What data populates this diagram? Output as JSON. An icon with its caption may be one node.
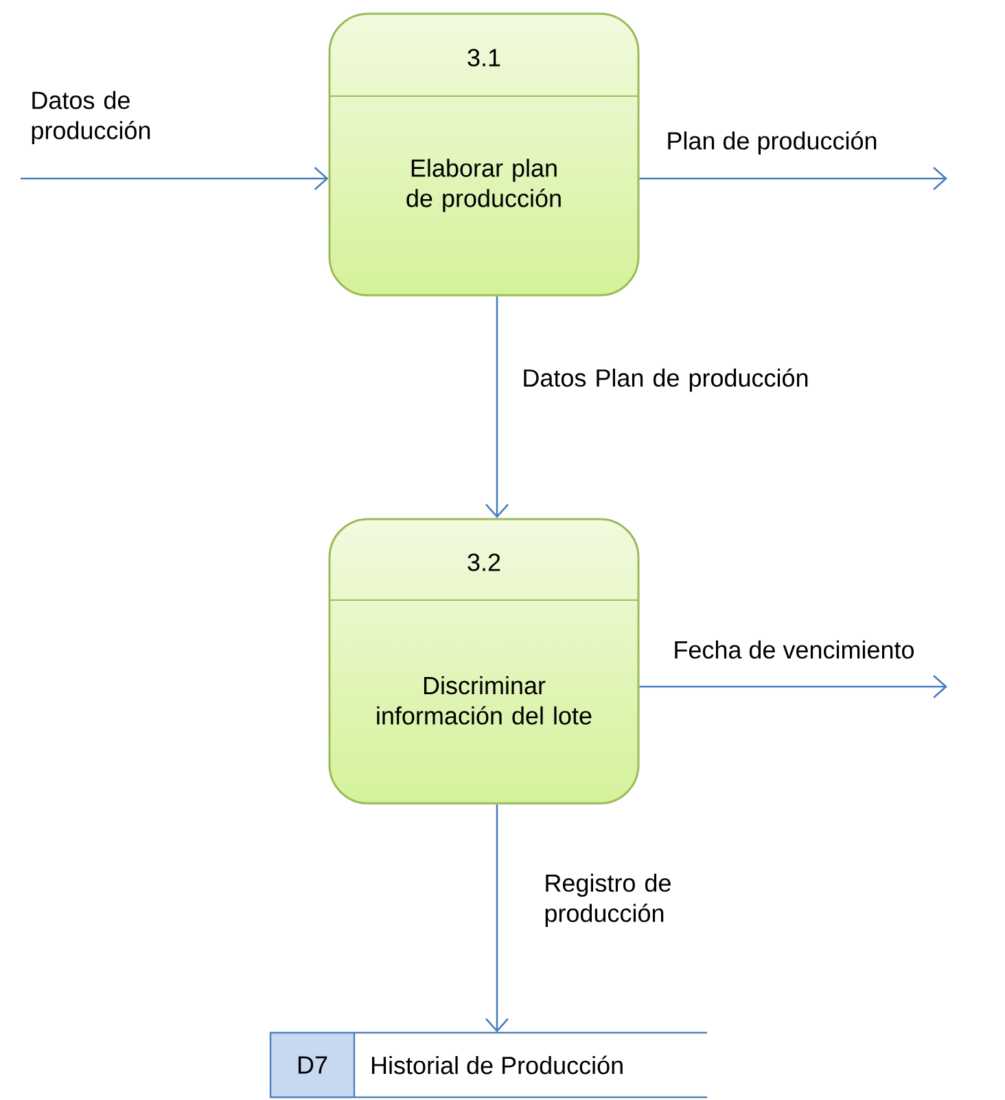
{
  "diagram": {
    "nodes": [
      {
        "text": [
          "3.1",
          "Elaborar plan de producción"
        ]
      },
      {
        "text": [
          "3.2",
          "Discriminar información del lote"
        ]
      },
      {
        "text": [
          "D7",
          "Historial de Producción"
        ]
      }
    ],
    "edges": [
      {
        "from": null,
        "to": 0,
        "arrow": "to",
        "label": "Datos de producción"
      },
      {
        "from": 0,
        "to": null,
        "arrow": "to",
        "label": "Plan de producción"
      },
      {
        "from": 0,
        "to": 1,
        "arrow": "to",
        "label": "Datos Plan de producción"
      },
      {
        "from": 1,
        "to": null,
        "arrow": "to",
        "label": "Fecha de vencimiento"
      },
      {
        "from": 1,
        "to": 2,
        "arrow": "to",
        "label": "Registro de producción"
      }
    ]
  }
}
